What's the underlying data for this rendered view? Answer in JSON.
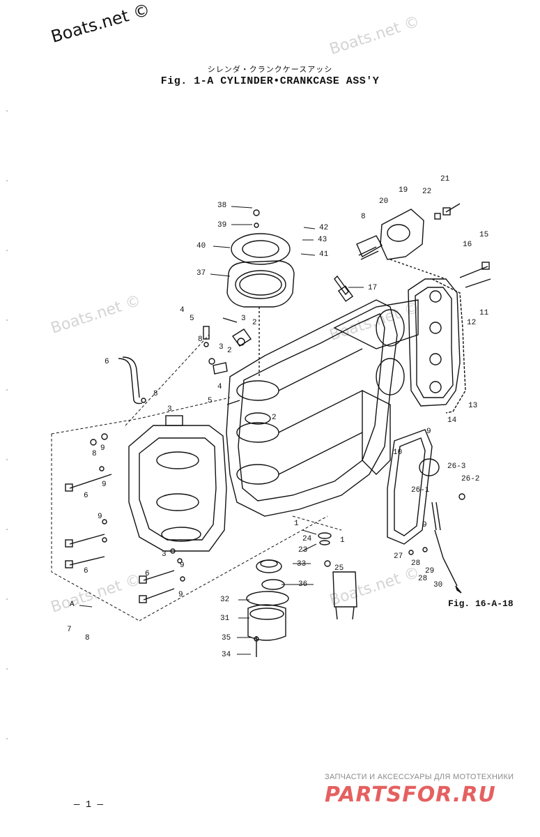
{
  "watermarks": {
    "main": "Boats.net ©",
    "repeat": "Boats.net ©"
  },
  "title": {
    "japanese": "シレンダ・クランクケースアッシ",
    "english": "Fig. 1-A   CYLINDER•CRANKCASE ASS'Y"
  },
  "figure_reference": "Fig. 16-A-18",
  "page_number": "— 1 —",
  "footer": {
    "tagline": "ЗАПЧАСТИ И АКСЕССУАРЫ ДЛЯ МОТОТЕХНИКИ",
    "logo": "PARTSFOR.RU"
  },
  "callouts": [
    {
      "label": "38"
    },
    {
      "label": "39"
    },
    {
      "label": "40"
    },
    {
      "label": "37"
    },
    {
      "label": "42"
    },
    {
      "label": "43"
    },
    {
      "label": "41"
    },
    {
      "label": "8"
    },
    {
      "label": "20"
    },
    {
      "label": "19"
    },
    {
      "label": "22"
    },
    {
      "label": "21"
    },
    {
      "label": "15"
    },
    {
      "label": "16"
    },
    {
      "label": "17"
    },
    {
      "label": "11"
    },
    {
      "label": "12"
    },
    {
      "label": "13"
    },
    {
      "label": "14"
    },
    {
      "label": "9"
    },
    {
      "label": "10"
    },
    {
      "label": "4"
    },
    {
      "label": "5"
    },
    {
      "label": "3"
    },
    {
      "label": "2"
    },
    {
      "label": "8"
    },
    {
      "label": "3"
    },
    {
      "label": "2"
    },
    {
      "label": "6"
    },
    {
      "label": "8"
    },
    {
      "label": "4"
    },
    {
      "label": "5"
    },
    {
      "label": "2"
    },
    {
      "label": "3"
    },
    {
      "label": "8"
    },
    {
      "label": "9"
    },
    {
      "label": "6"
    },
    {
      "label": "9"
    },
    {
      "label": "9"
    },
    {
      "label": "6"
    },
    {
      "label": "3"
    },
    {
      "label": "9"
    },
    {
      "label": "6"
    },
    {
      "label": "9"
    },
    {
      "label": "A"
    },
    {
      "label": "7"
    },
    {
      "label": "8"
    },
    {
      "label": "26-3"
    },
    {
      "label": "26-2"
    },
    {
      "label": "26-1"
    },
    {
      "label": "1"
    },
    {
      "label": "24"
    },
    {
      "label": "23"
    },
    {
      "label": "1"
    },
    {
      "label": "25"
    },
    {
      "label": "33"
    },
    {
      "label": "36"
    },
    {
      "label": "32"
    },
    {
      "label": "31"
    },
    {
      "label": "35"
    },
    {
      "label": "34"
    },
    {
      "label": "27"
    },
    {
      "label": "28"
    },
    {
      "label": "29"
    },
    {
      "label": "28"
    },
    {
      "label": "30"
    },
    {
      "label": "9"
    }
  ]
}
